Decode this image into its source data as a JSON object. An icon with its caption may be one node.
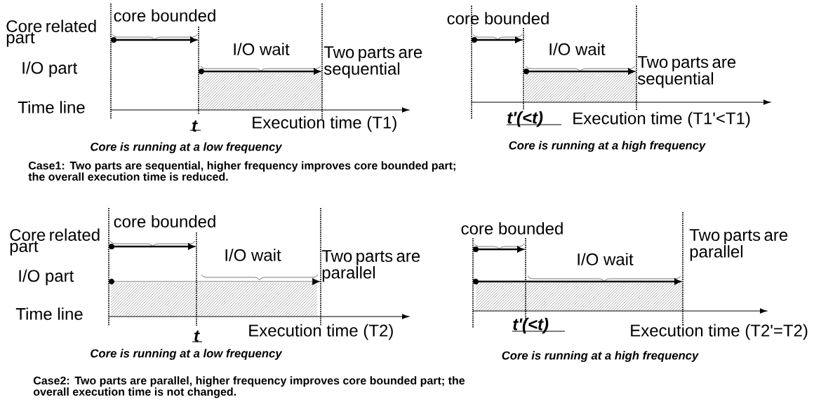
{
  "diagram": {
    "labels": [
      "core bounded",
      "Core related part",
      "I/O wait",
      "Two parts are sequential",
      "I/O part",
      "Time line",
      "t",
      "Execution time (T1)",
      "Core is running at a low frequency",
      "core bounded",
      "I/O wait",
      "Two parts are sequential",
      "t'(<t)",
      "Execution time (T1'<T1)",
      "Core is running at a high frequency",
      "Case1: Two parts are sequential, higher frequency improves core bounded part; the overall execution time is reduced.",
      "core bounded",
      "Core related part",
      "I/O wait",
      "Two parts are parallel",
      "I/O part",
      "Time line",
      "t",
      "Execution time (T2)",
      "Core is running at a low frequency",
      "core bounded",
      "I/O wait",
      "Two parts are parallel",
      "t'(<t)",
      "Execution time (T2'=T2)",
      "Core is running at a high frequency",
      "Case2: Two parts are parallel, higher frequency improves core bounded part; the overall execution time is not changed."
    ]
  }
}
